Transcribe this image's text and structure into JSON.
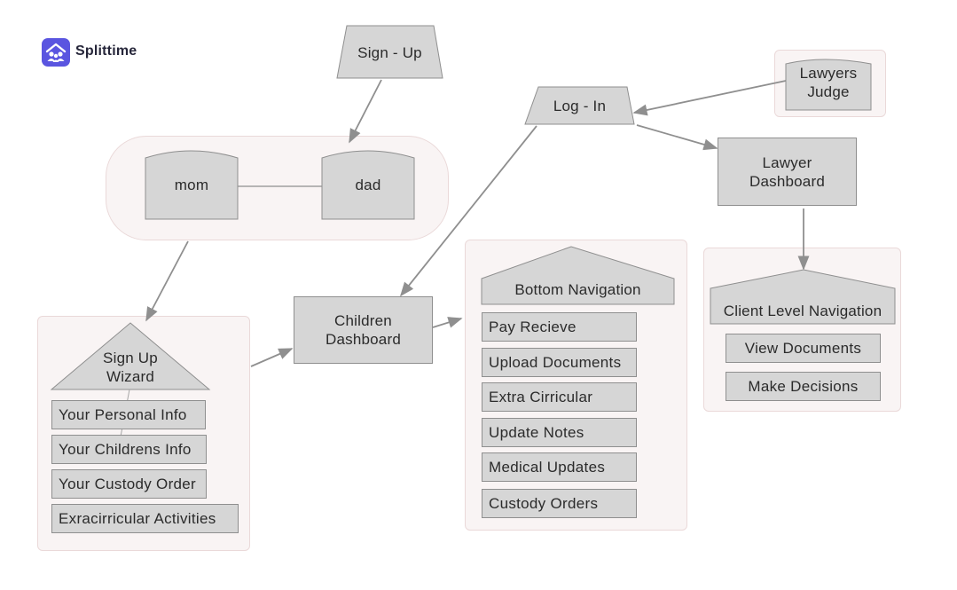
{
  "brand": {
    "name": "Splittime",
    "logo_icon": "house-family-icon",
    "accent": "#5a55e0"
  },
  "nodes": {
    "sign_up": "Sign - Up",
    "log_in": "Log - In",
    "lawyers_judge_1": "Lawyers",
    "lawyers_judge_2": "Judge",
    "mom": "mom",
    "dad": "dad",
    "lawyer_dashboard_1": "Lawyer",
    "lawyer_dashboard_2": "Dashboard",
    "children_dashboard_1": "Children",
    "children_dashboard_2": "Dashboard",
    "sign_up_wizard_1": "Sign Up",
    "sign_up_wizard_2": "Wizard",
    "bottom_navigation": "Bottom Navigation",
    "client_level_navigation": "Client Level Navigation"
  },
  "wizard_items": [
    "Your Personal Info",
    "Your Childrens Info",
    "Your Custody Order",
    "Exracirricular Activities"
  ],
  "bottom_nav_items": [
    "Pay Recieve",
    "Upload Documents",
    "Extra Cirricular",
    "Update Notes",
    "Medical Updates",
    "Custody Orders"
  ],
  "client_nav_items": [
    "View Documents",
    "Make Decisions"
  ]
}
